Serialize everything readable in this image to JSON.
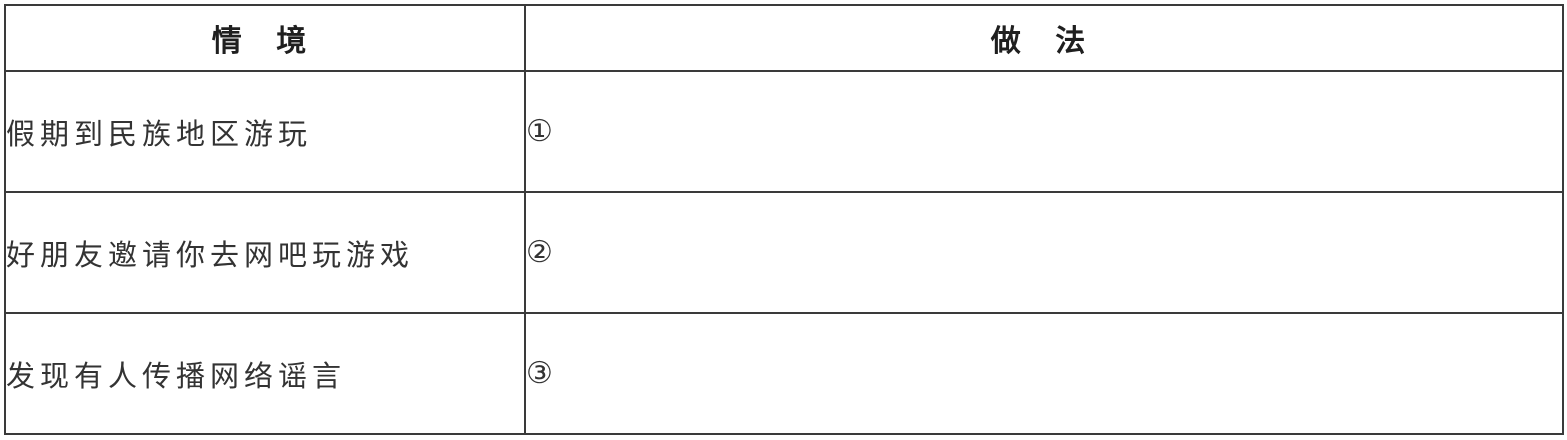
{
  "table": {
    "headers": {
      "situation": "情 境",
      "action": "做 法"
    },
    "rows": [
      {
        "situation": "假期到民族地区游玩",
        "action": "①"
      },
      {
        "situation": "好朋友邀请你去网吧玩游戏",
        "action": "②"
      },
      {
        "situation": "发现有人传播网络谣言",
        "action": "③"
      }
    ]
  }
}
